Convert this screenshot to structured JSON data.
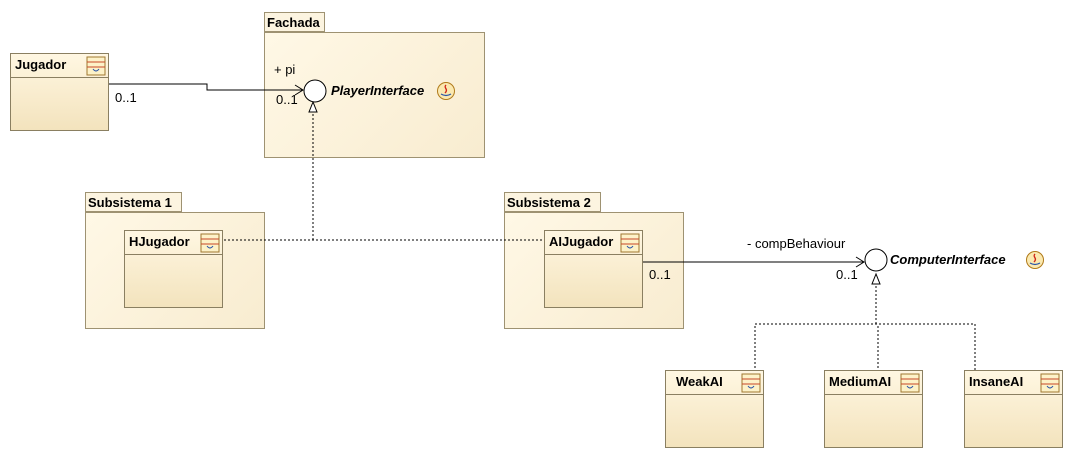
{
  "packages": {
    "fachada": "Fachada",
    "subsistema1": "Subsistema 1",
    "subsistema2": "Subsistema 2"
  },
  "classes": {
    "jugador": "Jugador",
    "hjugador": "HJugador",
    "aijugador": "AIJugador",
    "weakai": "WeakAI",
    "mediumai": "MediumAI",
    "insaneai": "InsaneAI"
  },
  "interfaces": {
    "player": "PlayerInterface",
    "computer": "ComputerInterface"
  },
  "associations": {
    "player_role": "+ pi",
    "player_src_mult": "0..1",
    "player_dst_mult": "0..1",
    "computer_role": "- compBehaviour",
    "computer_src_mult": "0..1",
    "computer_dst_mult": "0..1"
  },
  "icons": {
    "class": "uml-class-icon",
    "interface": "java-interface-icon"
  },
  "colors": {
    "package_fill": "#fcf4e0",
    "class_fill": "#f3e3bd",
    "border": "#8a7f61"
  }
}
